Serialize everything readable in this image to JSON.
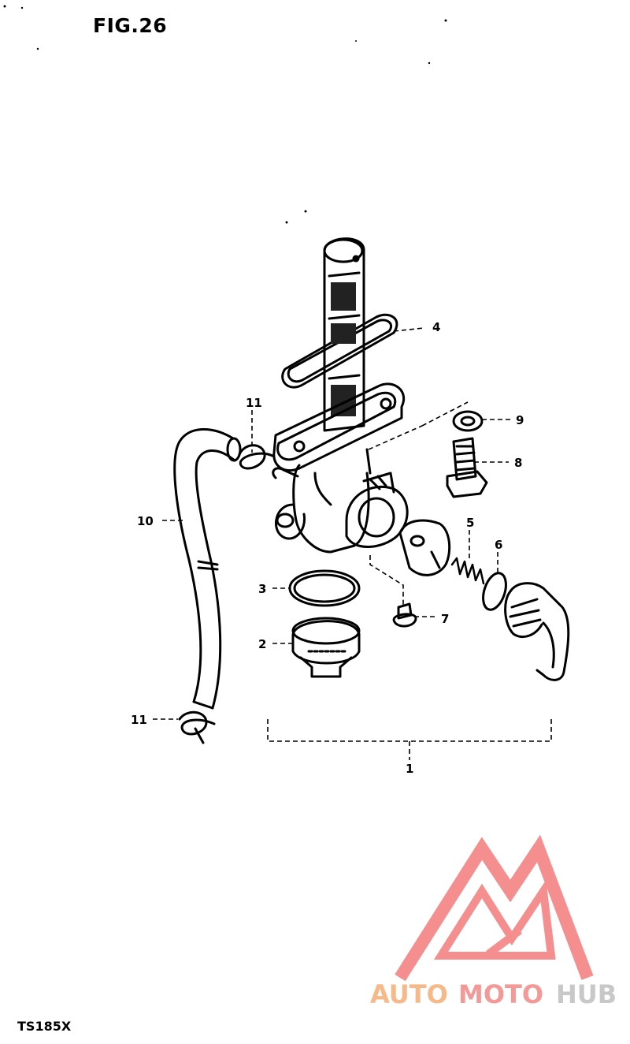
{
  "figure": {
    "title": "FIG.26",
    "model": "TS185X"
  },
  "callouts": [
    {
      "id": "c1",
      "label": "1"
    },
    {
      "id": "c2",
      "label": "2"
    },
    {
      "id": "c3",
      "label": "3"
    },
    {
      "id": "c4",
      "label": "4"
    },
    {
      "id": "c5",
      "label": "5"
    },
    {
      "id": "c6",
      "label": "6"
    },
    {
      "id": "c7",
      "label": "7"
    },
    {
      "id": "c8",
      "label": "8"
    },
    {
      "id": "c9",
      "label": "9"
    },
    {
      "id": "c10",
      "label": "10"
    },
    {
      "id": "c11a",
      "label": "11"
    },
    {
      "id": "c11b",
      "label": "11"
    }
  ],
  "watermark": {
    "text_part1": "AUTO",
    "text_part2": "MOTO",
    "text_part3": "HUB",
    "color_part1": "#f6b98a",
    "color_part2": "#f39a98",
    "color_part3": "#cfcfcf",
    "logo_color": "#f47c7c"
  }
}
